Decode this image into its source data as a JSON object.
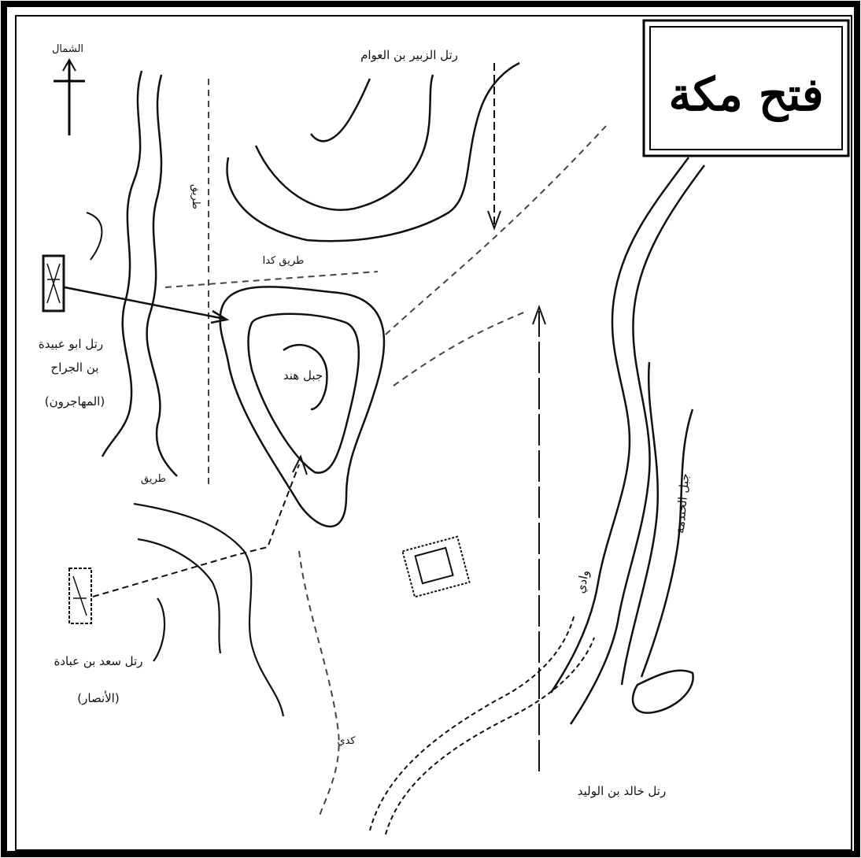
{
  "title": "فتح مكة",
  "north_label": "الشمال",
  "labels": {
    "zubair": "رتل الزبير بن العوام",
    "road_kada": "طريق كدا",
    "abu_ubaidah_line1": "رتل ابو عبيدة",
    "abu_ubaidah_line2": "بن الجراح",
    "abu_ubaidah_line3": "(المهاجرون)",
    "jabal_hind": "جبل هند",
    "saad_line1": "رتل سعد بن عبادة",
    "saad_line2": "(الأنصار)",
    "khalid": "رتل خالد بن الوليد",
    "jabal_khandama": "جبل الخندمة",
    "wadi": "وادي",
    "left_road": "طريق",
    "lower_road": "طريق",
    "kuda": "كدي"
  },
  "icons": {
    "north_arrow": "north-arrow-icon",
    "kaaba": "kaaba-icon",
    "column_marker": "army-column-icon"
  },
  "colors": {
    "ink": "#111111",
    "paper": "#ffffff",
    "dash": "#444444"
  }
}
